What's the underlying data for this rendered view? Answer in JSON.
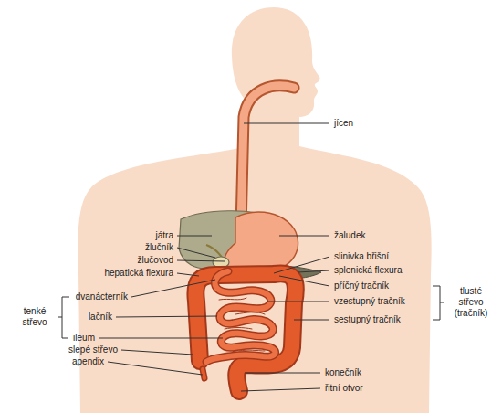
{
  "diagram": {
    "labels": [
      "jícen",
      "játra",
      "žlučník",
      "žlučovod",
      "hepatická flexura",
      "dvanácterník",
      "lačník",
      "ileum",
      "slepé střevo",
      "apendix",
      "tenké střevo",
      "žaludek",
      "slinivka břišní",
      "splenická flexura",
      "příčný tračník",
      "vzestupný tračník",
      "sestupný tračník",
      "konečník",
      "řitní otvor",
      "tlusté střevo (tračník)"
    ]
  }
}
